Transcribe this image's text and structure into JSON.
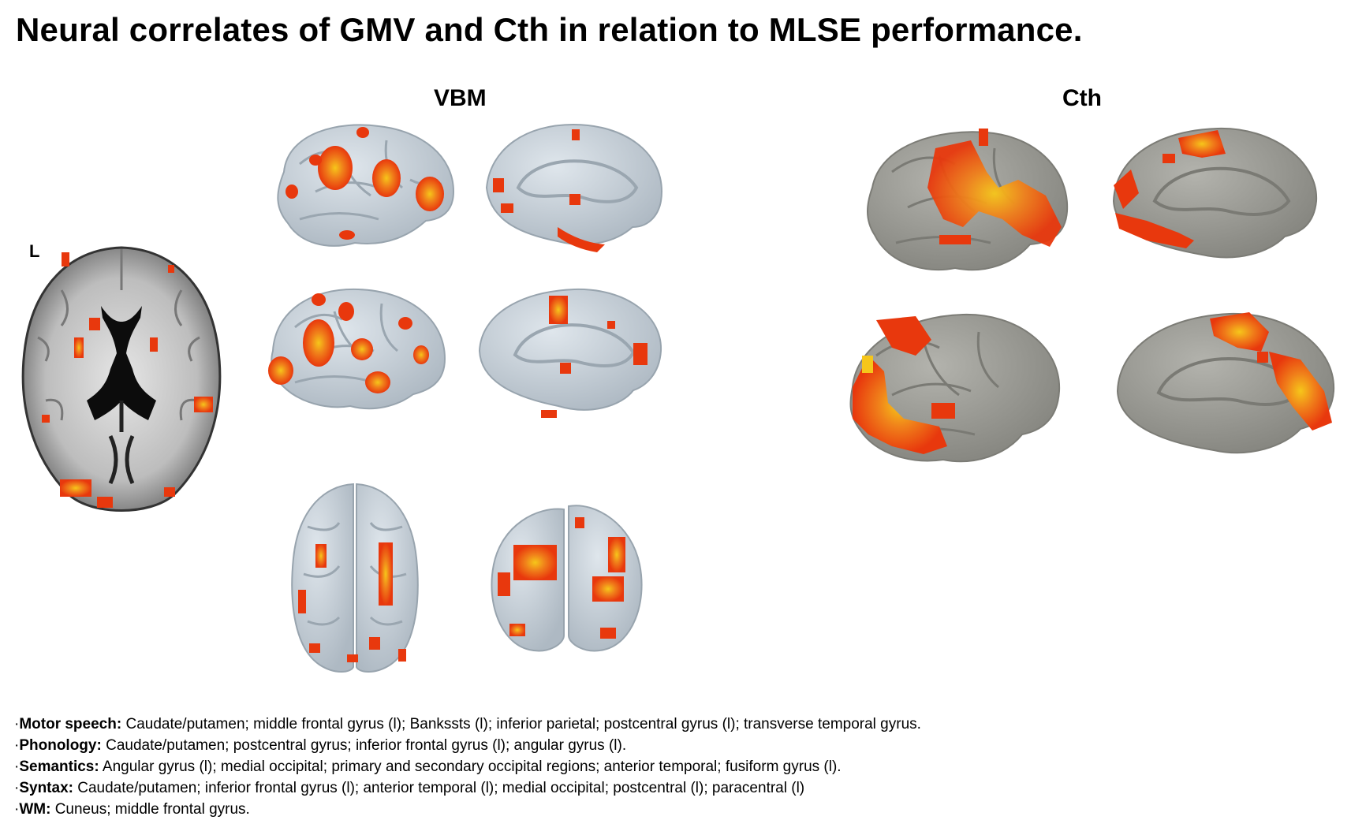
{
  "figure": {
    "title": "Neural correlates of GMV and Cth in relation to MLSE performance.",
    "vbm_label": "VBM",
    "cth_label": "Cth",
    "axial_orientation_label": "L"
  },
  "colors": {
    "vbm_surface": "#c9d3dc",
    "cth_surface": "#9d9d97",
    "activation_low": "#e8380d",
    "activation_high": "#f6c61a"
  },
  "panels": [
    "axial-slice",
    "vbm-left-lateral",
    "vbm-left-medial",
    "vbm-right-lateral",
    "vbm-right-medial",
    "vbm-dorsal",
    "vbm-posterior",
    "cth-left-lateral",
    "cth-left-medial",
    "cth-right-lateral",
    "cth-right-medial"
  ],
  "legend": [
    {
      "bullet": "·",
      "term": "Motor speech:",
      "regions": " Caudate/putamen; middle frontal gyrus (l); Bankssts (l); inferior parietal; postcentral gyrus (l); transverse temporal gyrus."
    },
    {
      "bullet": "·",
      "term": "Phonology:",
      "regions": " Caudate/putamen; postcentral gyrus; inferior frontal gyrus (l); angular gyrus (l)."
    },
    {
      "bullet": "·",
      "term": "Semantics:",
      "regions": " Angular gyrus (l); medial occipital; primary and secondary occipital regions; anterior temporal; fusiform gyrus (l)."
    },
    {
      "bullet": "·",
      "term": "Syntax:",
      "regions": " Caudate/putamen; inferior frontal gyrus (l); anterior temporal (l); medial occipital; postcentral (l); paracentral (l)"
    },
    {
      "bullet": "·",
      "term": "WM:",
      "regions": " Cuneus; middle frontal gyrus."
    }
  ]
}
